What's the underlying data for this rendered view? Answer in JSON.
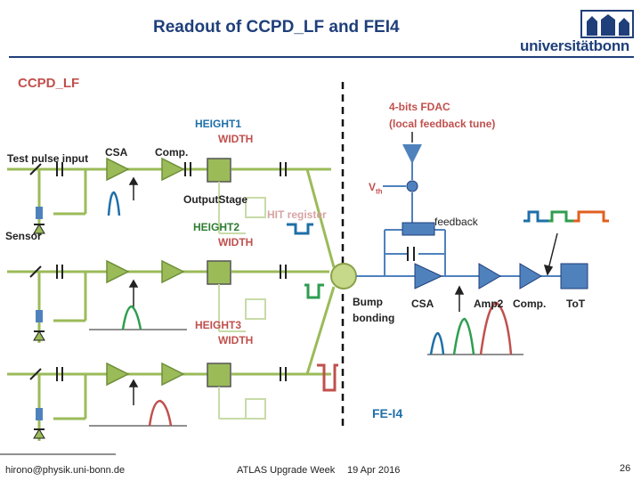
{
  "slide": {
    "title": "Readout of CCPD_LF and FEI4",
    "section": "CCPD_LF",
    "logo_text": "universitätbonn"
  },
  "labels": {
    "test_pulse_input": "Test pulse input",
    "csa_left": "CSA",
    "comp_left": "Comp.",
    "output_stage": "OutputStage",
    "hit_register": "HIT register",
    "sensor": "Sensor",
    "height1": "HEIGHT1",
    "width1": "WIDTH",
    "height2": "HEIGHT2",
    "width2": "WIDTH",
    "height3": "HEIGHT3",
    "width3": "WIDTH",
    "fdac_line1": "4-bits FDAC",
    "fdac_line2": "(local feedback tune)",
    "vth": "V",
    "vth_sub": "th",
    "feedback": "feedback",
    "bump_line1": "Bump",
    "bump_line2": "bonding",
    "csa_right": "CSA",
    "amp2": "Amp2",
    "comp_right": "Comp.",
    "tot": "ToT",
    "fei4": "FE-I4"
  },
  "footer": {
    "email": "hirono@physik.uni-bonn.de",
    "event": "ATLAS Upgrade Week",
    "date": "19 Apr 2016",
    "page": "26"
  },
  "colors": {
    "title_blue": "#1f3f7a",
    "red_label": "#c0504d",
    "circuit_green": "#9bbb59",
    "circuit_blue": "#4f81bd",
    "pulse_red": "#c0504d",
    "pulse_green": "#2e9e4f",
    "pulse_blue": "#1f6fa8",
    "pulse_orange": "#e06020"
  }
}
